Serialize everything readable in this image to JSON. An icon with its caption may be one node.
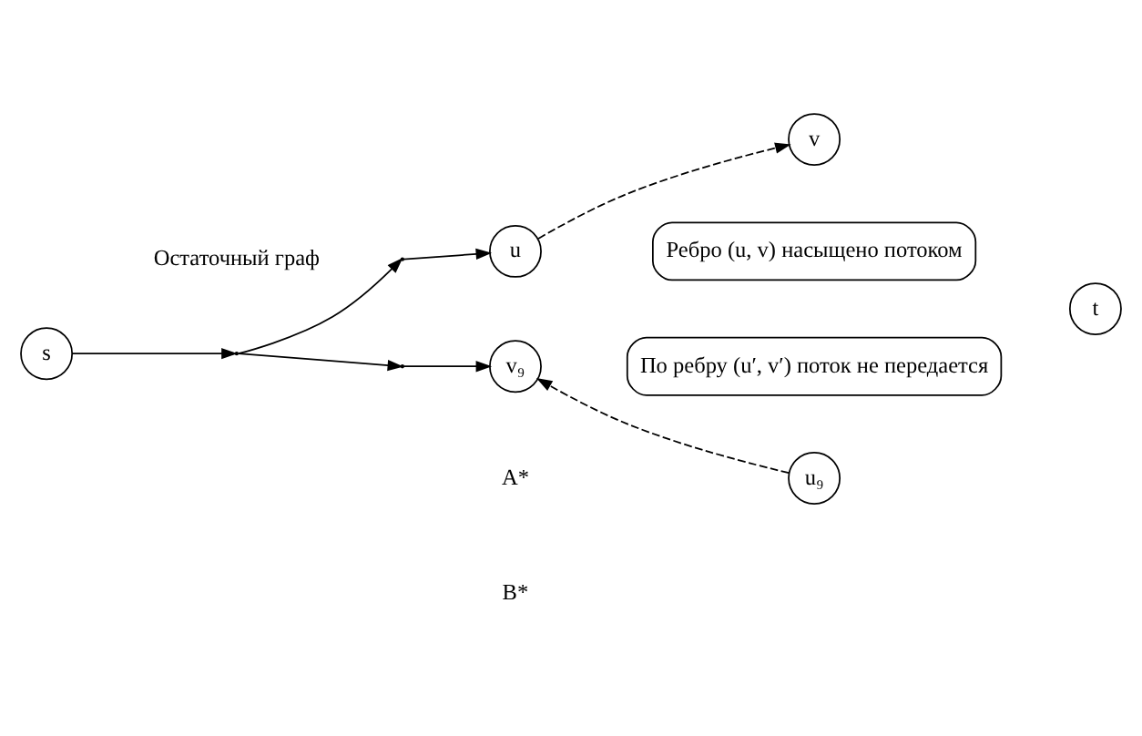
{
  "diagram": {
    "nodes": [
      {
        "text": [
          "s"
        ]
      },
      {
        "text": [],
        "shape": "point"
      },
      {
        "text": [],
        "shape": "point"
      },
      {
        "text": [],
        "shape": "point"
      },
      {
        "text": [
          "u"
        ]
      },
      {
        "text": [
          "v₉"
        ]
      },
      {
        "text": [
          "v"
        ]
      },
      {
        "text": [
          "u₉"
        ]
      },
      {
        "text": [
          "t"
        ]
      },
      {
        "text": [
          "Ребро (u, v) насыщено потоком"
        ]
      },
      {
        "text": [
          "По ребру (u′, v′) поток не передается"
        ]
      }
    ],
    "edges": [
      {
        "from": 0,
        "to": 1,
        "arrow": "to"
      },
      {
        "from": 1,
        "to": 2,
        "arrow": "to"
      },
      {
        "from": 2,
        "to": 4,
        "arrow": "to"
      },
      {
        "from": 1,
        "to": 3,
        "arrow": "to"
      },
      {
        "from": 3,
        "to": 5,
        "arrow": "to"
      },
      {
        "from": 4,
        "to": 6,
        "arrow": "to",
        "style": "dashed"
      },
      {
        "from": 7,
        "to": 5,
        "arrow": "to",
        "style": "dashed"
      }
    ],
    "labels": [
      "Остаточный граф",
      "A*",
      "B*"
    ]
  }
}
